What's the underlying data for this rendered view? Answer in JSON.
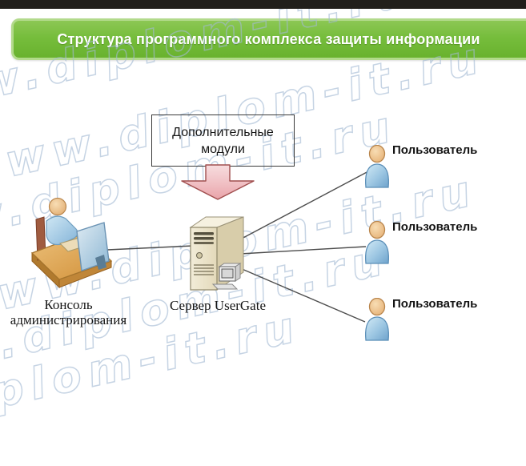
{
  "banner": {
    "title": "Структура программного комплекса защиты информации",
    "bg_color": "#76bd3c",
    "border_color": "#b2da8b",
    "text_color": "#ffffff"
  },
  "top_bar": {
    "color": "#211f1b"
  },
  "watermark": {
    "text": "www.diplom-it.ru",
    "outline_color": "#a3bad4"
  },
  "diagram": {
    "modules_box": {
      "line1": "Дополнительные",
      "line2": "модули"
    },
    "arrow": {
      "fill_top": "#f6d9db",
      "fill_bottom": "#e9a3a9",
      "stroke": "#a04e4e"
    },
    "console": {
      "label_line1": "Консоль",
      "label_line2": "администрирования"
    },
    "server": {
      "label": "Сервер UserGate"
    },
    "users": [
      {
        "label": "Пользователь"
      },
      {
        "label": "Пользователь"
      },
      {
        "label": "Пользователь"
      }
    ],
    "line_color": "#4d4d4d"
  }
}
